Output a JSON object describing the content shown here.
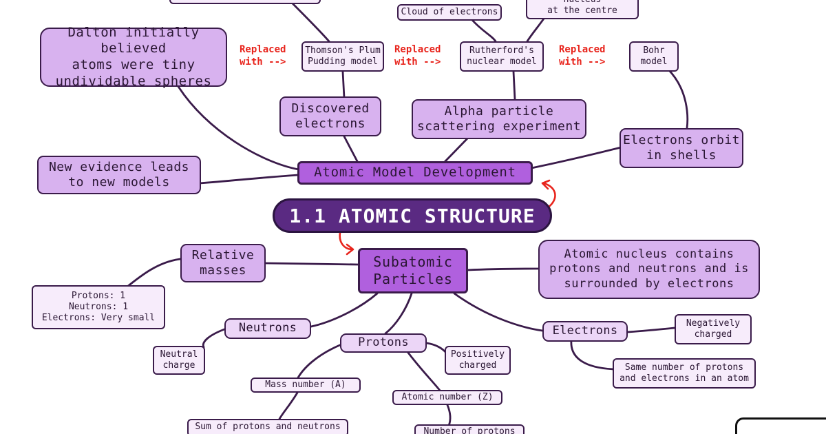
{
  "central_topic": "1.1 ATOMIC STRUCTURE",
  "branches": {
    "atomic_model": {
      "title": "Atomic Model Development",
      "dalton": "Dalton initially believed\natoms were tiny\nundividable spheres",
      "new_evidence": "New evidence leads\nto new models",
      "thomson": "Thomson's Plum\nPudding model",
      "discovered_electrons": "Discovered\nelectrons",
      "rutherford": "Rutherford's\nnuclear model",
      "alpha_particle": "Alpha particle\nscattering experiment",
      "cloud_of_electrons": "Cloud of electrons",
      "tiny_positive_nucleus": "Tiny positive nucleus\nat the centre",
      "bohr": "Bohr\nmodel",
      "electrons_orbit": "Electrons orbit\nin shells",
      "replaced_label": "Replaced\nwith -->"
    },
    "subatomic": {
      "title": "Subatomic\nParticles",
      "relative_masses": "Relative\nmasses",
      "relative_masses_detail": "Protons: 1\nNeutrons: 1\nElectrons: Very small",
      "nucleus_description": "Atomic nucleus contains\nprotons and neutrons and is\nsurrounded by electrons",
      "neutrons": "Neutrons",
      "neutral_charge": "Neutral\ncharge",
      "protons": "Protons",
      "positively_charged": "Positively\ncharged",
      "mass_number": "Mass number (A)",
      "sum_protons_neutrons": "Sum of protons and neutrons",
      "atomic_number": "Atomic number (Z)",
      "number_of_protons": "Number of protons",
      "electrons": "Electrons",
      "negatively_charged": "Negatively\ncharged",
      "same_number": "Same number of protons\nand electrons in an atom"
    }
  },
  "colors": {
    "central_fill": "#5a2a82",
    "topic_fill": "#b060de",
    "level1_fill": "#d8b2ef",
    "level2_fill": "#ecd6f7",
    "leaf_fill": "#f7ecfb",
    "connector": "#3a1b4a",
    "replaced_text": "#e8241c",
    "arrow": "#e8241c"
  }
}
